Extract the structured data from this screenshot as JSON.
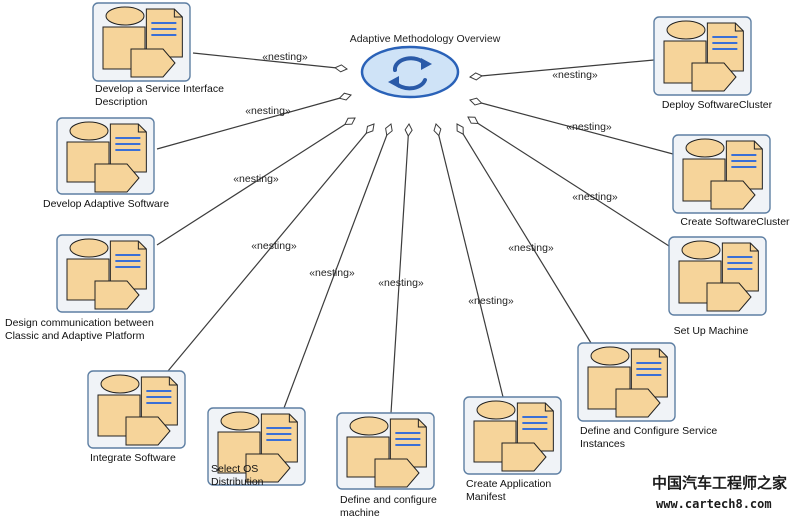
{
  "diagram": {
    "title": "Adaptive Methodology Overview",
    "relation_label": "«nesting»",
    "nodes": [
      {
        "id": "service-interface",
        "label_lines": [
          "Develop a Service Interface",
          "Description"
        ]
      },
      {
        "id": "adaptive-software",
        "label_lines": [
          "Develop Adaptive Software"
        ]
      },
      {
        "id": "classic-adaptive",
        "label_lines": [
          "Design communication between",
          "Classic and Adaptive Platform"
        ]
      },
      {
        "id": "integrate-software",
        "label_lines": [
          "Integrate Software"
        ]
      },
      {
        "id": "os-distribution",
        "label_lines": [
          "Select OS",
          "Distribution"
        ]
      },
      {
        "id": "configure-machine",
        "label_lines": [
          "Define and configure",
          "machine"
        ]
      },
      {
        "id": "application-manifest",
        "label_lines": [
          "Create Application",
          "Manifest"
        ]
      },
      {
        "id": "service-instances",
        "label_lines": [
          "Define and Configure Service",
          "Instances"
        ]
      },
      {
        "id": "set-up-machine",
        "label_lines": [
          "Set Up Machine"
        ]
      },
      {
        "id": "create-softwarecluster",
        "label_lines": [
          "Create SoftwareCluster"
        ]
      },
      {
        "id": "deploy-softwarecluster",
        "label_lines": [
          "Deploy SoftwareCluster"
        ]
      }
    ]
  },
  "watermark": {
    "line1": "中国汽车工程师之家",
    "line2": "www.cartech8.com"
  },
  "colors": {
    "line": "#3c3c3c",
    "box_border": "#5e7fa3",
    "box_fill": "#f0f3f7",
    "shape_fill": "#f6d49a",
    "shape_stroke": "#222222",
    "doc_lines": "#3a6fd6",
    "ellipse_fill": "#cfe3f7",
    "ellipse_stroke": "#2a62b8",
    "arrow_blue": "#2a5aa8"
  }
}
